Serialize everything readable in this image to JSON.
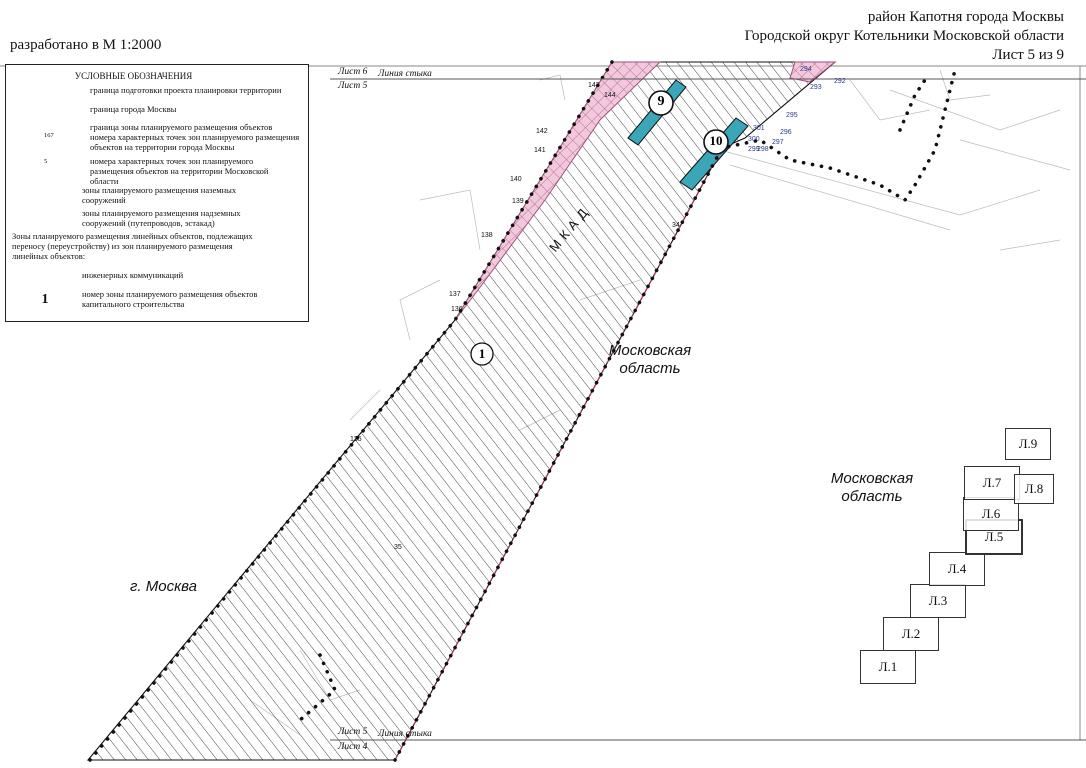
{
  "header": {
    "line1": "район Капотня города Москвы",
    "line2": "Городской округ Котельники Московской области",
    "line3": "Лист 5 из 9",
    "scale_note": "разработано в М 1:2000"
  },
  "legend": {
    "title": "УСЛОВНЫЕ ОБОЗНАЧЕНИЯ",
    "items": {
      "project_boundary": "граница подготовки проекта планировки территории",
      "moscow_boundary": "граница города Москвы",
      "zone_boundary": "граница зоны планируемого размещения объектов",
      "moscow_points_num": "167",
      "moscow_points": "номера характерных точек зон планируемого размещения объектов на территории города Москвы",
      "mo_points_num": "5",
      "mo_points": "номера характерных точек зон планируемого размещения объектов на территории Московской области",
      "ground_zones": "зоны планируемого размещения наземных сооружений",
      "overground_zones": "зоны планируемого размещения надземных сооружений (путепроводов, эстакад)",
      "linear_heading": "Зоны планируемого размещения линейных объектов, подлежащих переносу (переустройству) из зон планируемого размещения линейных объектов:",
      "utilities": "инженерных коммуникаций",
      "zone_number_symbol": "1",
      "zone_number": "номер зоны планируемого размещения объектов капитального строительства"
    }
  },
  "map": {
    "joint_top_upper": "Лист 6",
    "joint_top_lower": "Лист 5",
    "joint_top_label": "Линия стыка",
    "joint_bottom_upper": "Лист 5",
    "joint_bottom_lower": "Лист 4",
    "joint_bottom_label": "Линия стыка",
    "road_label": "МКАД",
    "mo_label_1": "Московская область",
    "mo_label_2": "Московская область",
    "moscow_label": "г. Москва",
    "zone_1": "1",
    "zone_9": "9",
    "zone_10": "10",
    "point_labels": [
      "143",
      "144",
      "142",
      "141",
      "140",
      "139",
      "138",
      "137",
      "136",
      "34",
      "135",
      "35",
      "294",
      "293",
      "292",
      "295",
      "296",
      "301",
      "297",
      "298",
      "299",
      "300"
    ]
  },
  "key_map": {
    "sheets": [
      "Л.1",
      "Л.2",
      "Л.3",
      "Л.4",
      "Л.5",
      "Л.6",
      "Л.7",
      "Л.8",
      "Л.9"
    ],
    "current": "Л.5"
  },
  "colors": {
    "utilities_fill": "#f2c8dc",
    "utilities_hatch": "#a0517a",
    "moscow_boundary": "#b0306a",
    "overground_fill": "#3aa6b8",
    "hatch": "#333333"
  }
}
